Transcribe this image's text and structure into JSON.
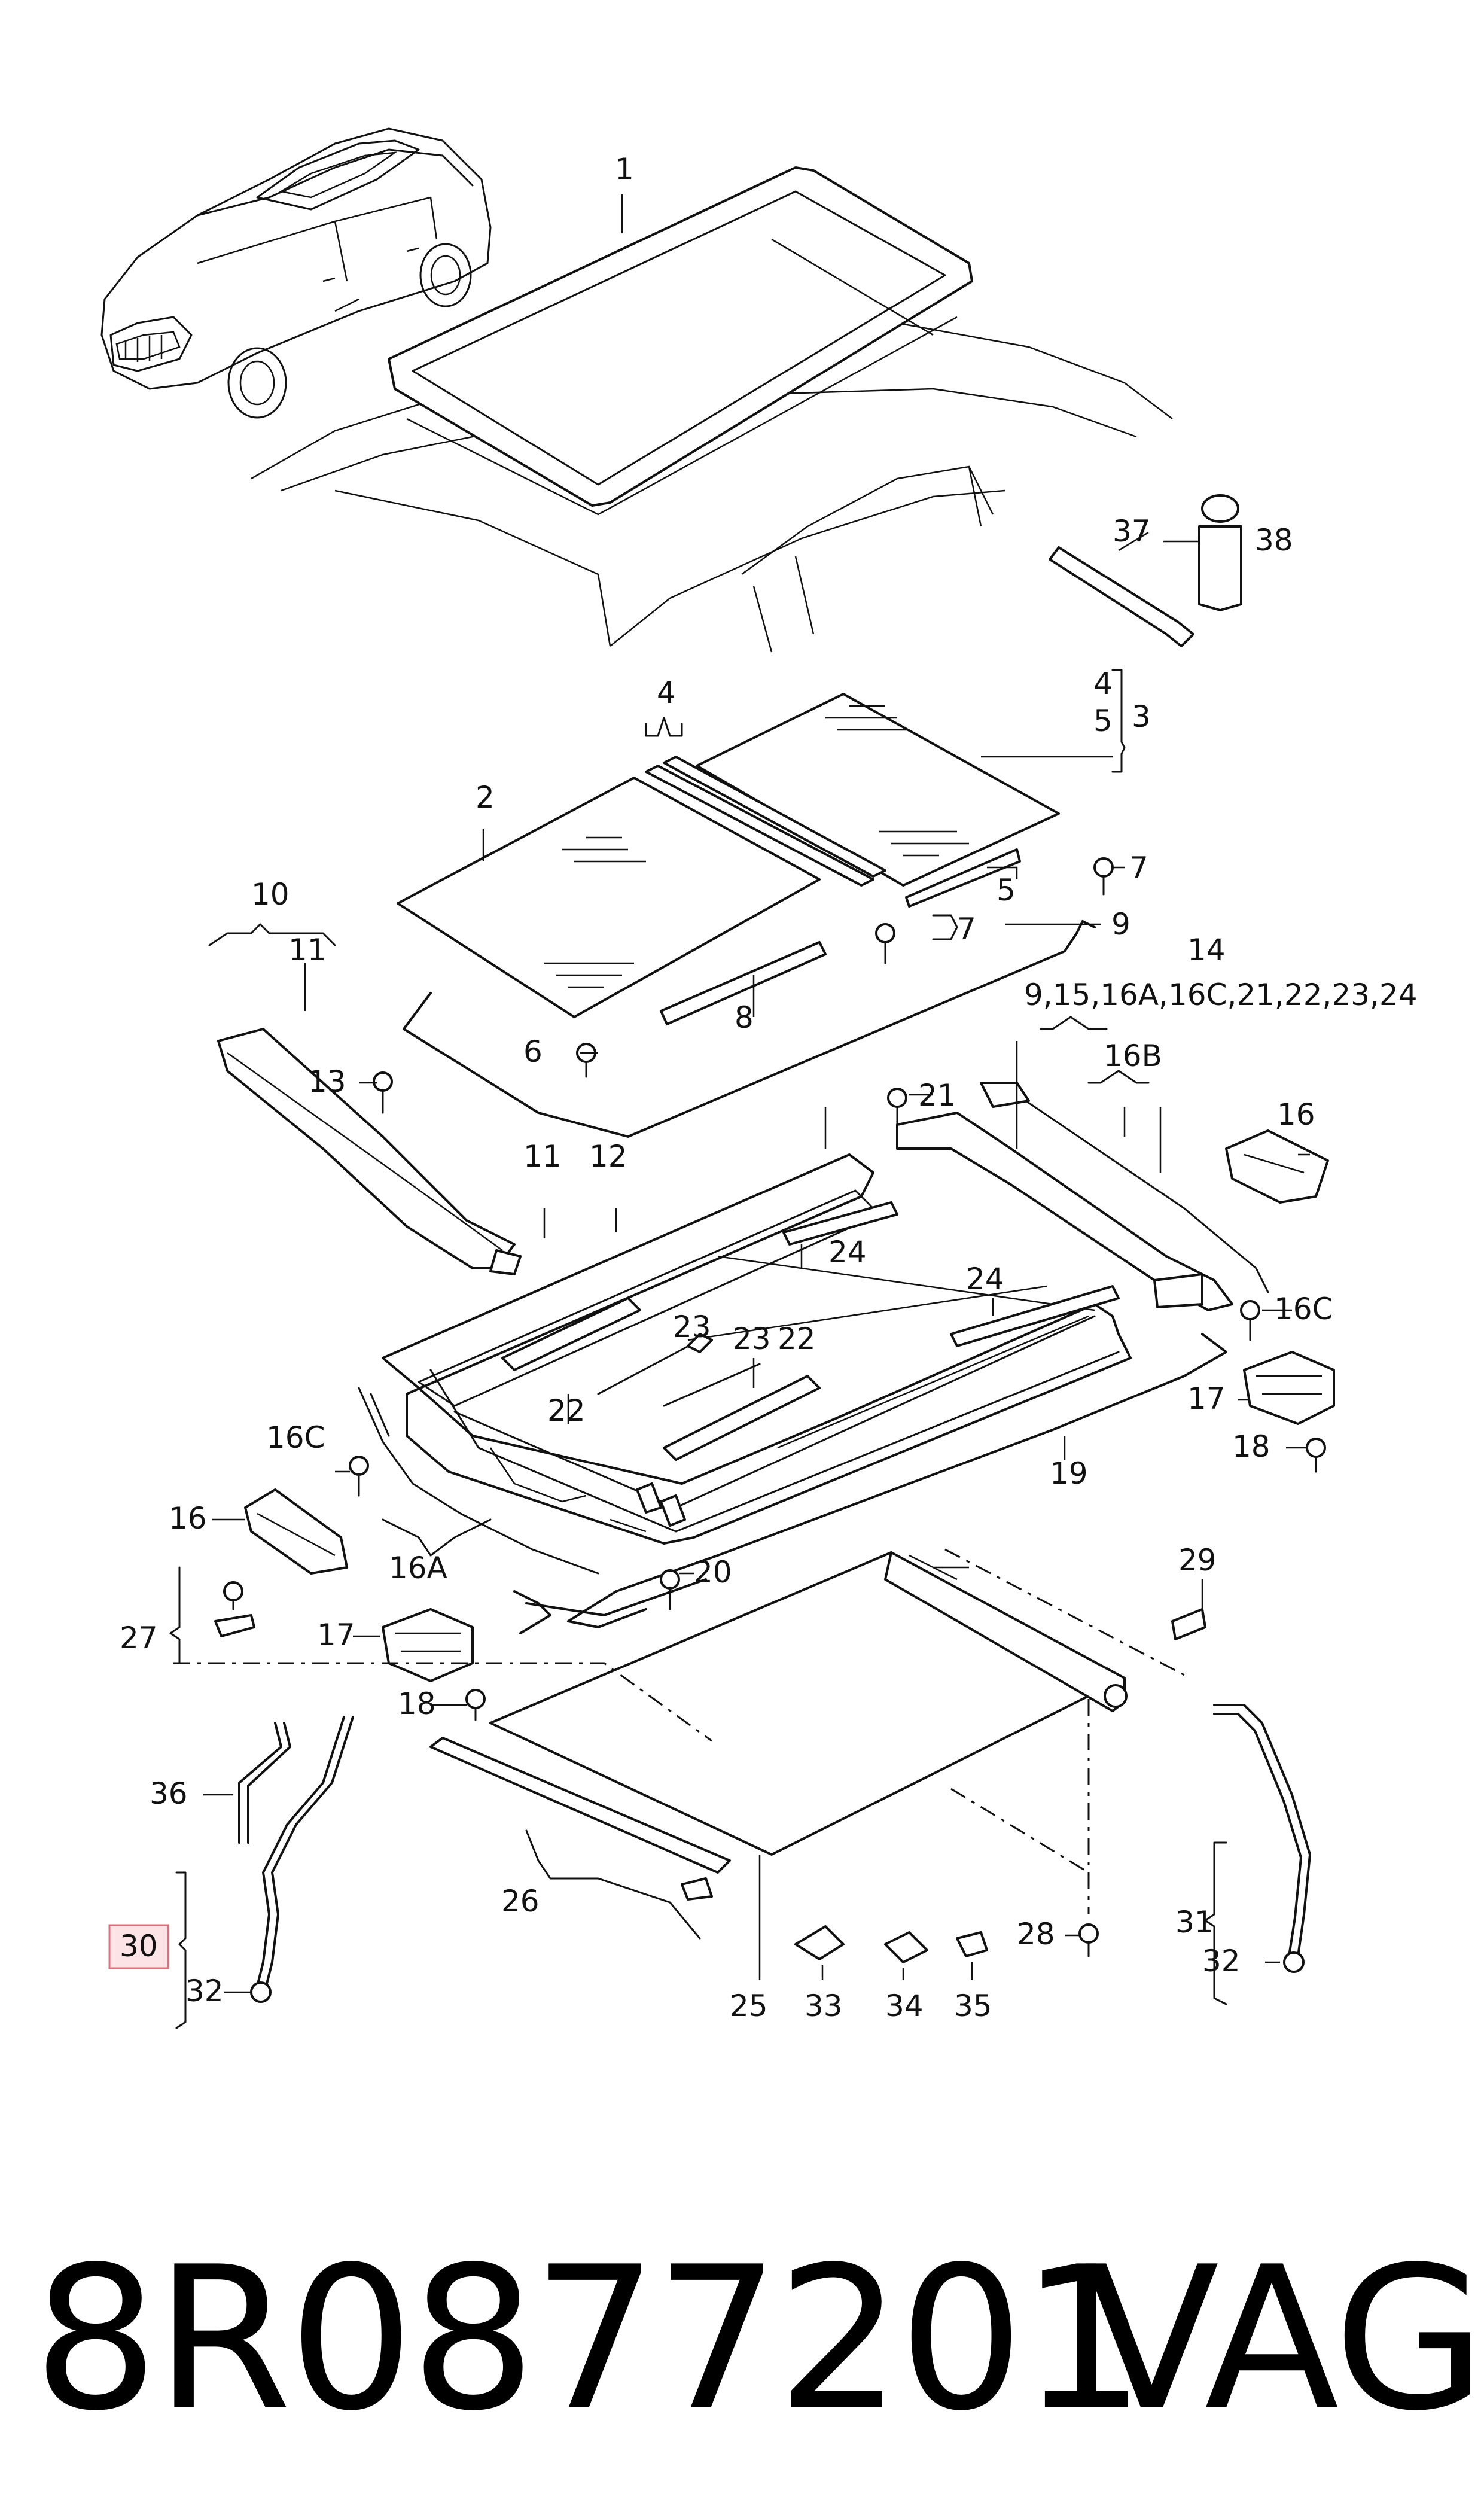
{
  "callouts": {
    "c1": "1",
    "c2": "2",
    "c3": "3",
    "c4a": "4",
    "c4b": "4",
    "c5a": "5",
    "c5b": "5",
    "c6": "6",
    "c7a": "7",
    "c7b": "7",
    "c8": "8",
    "c9": "9",
    "c10": "10",
    "c11a": "11",
    "c11b": "11",
    "c12": "12",
    "c13": "13",
    "c14": "14",
    "c14sub": "9,15,16A,16C,21,22,23,24",
    "c16a": "16",
    "c16b": "16",
    "c16B": "16B",
    "c16Ca": "16C",
    "c16Cb": "16C",
    "c16A": "16A",
    "c17a": "17",
    "c17b": "17",
    "c18a": "18",
    "c18b": "18",
    "c19": "19",
    "c20": "20",
    "c21": "21",
    "c22a": "22",
    "c22b": "22",
    "c23a": "23",
    "c23b": "23",
    "c24a": "24",
    "c24b": "24",
    "c25": "25",
    "c26": "26",
    "c27": "27",
    "c28": "28",
    "c29": "29",
    "c30": "30",
    "c31": "31",
    "c32a": "32",
    "c32b": "32",
    "c33": "33",
    "c34": "34",
    "c35": "35",
    "c36": "36",
    "c37": "37",
    "c38": "38"
  },
  "highlight": {
    "callout": "30",
    "color": "#d9707d"
  },
  "footer": {
    "part_number": "8R0877201",
    "brand": "VAG"
  }
}
